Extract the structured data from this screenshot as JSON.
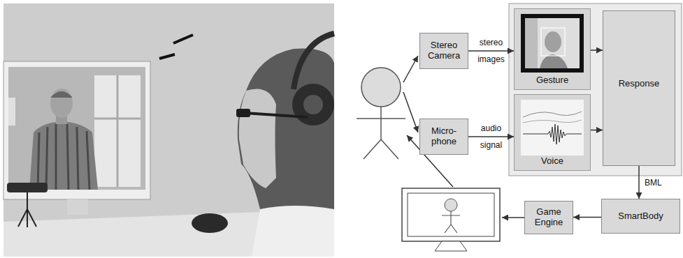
{
  "diagram": {
    "nodes": [
      {
        "text": [
          "Stereo Camera"
        ]
      },
      {
        "text": [
          "Micro- phone"
        ]
      },
      {
        "text": [
          "Gesture"
        ]
      },
      {
        "text": [
          "Voice"
        ]
      },
      {
        "text": [
          "Response"
        ]
      },
      {
        "text": [
          "SmartBody"
        ]
      },
      {
        "text": [
          "Game Engine"
        ]
      }
    ],
    "edges": [
      {
        "from": 0,
        "to": 2,
        "arrow": "to",
        "label": "stereo images"
      },
      {
        "from": 1,
        "to": 3,
        "arrow": "to",
        "label": "audio signal"
      },
      {
        "from": 2,
        "to": 4,
        "arrow": "to"
      },
      {
        "from": 3,
        "to": 4,
        "arrow": "to"
      },
      {
        "from": 4,
        "to": 5,
        "arrow": "to",
        "label": "BML"
      },
      {
        "from": 5,
        "to": 6,
        "arrow": "to"
      }
    ]
  }
}
